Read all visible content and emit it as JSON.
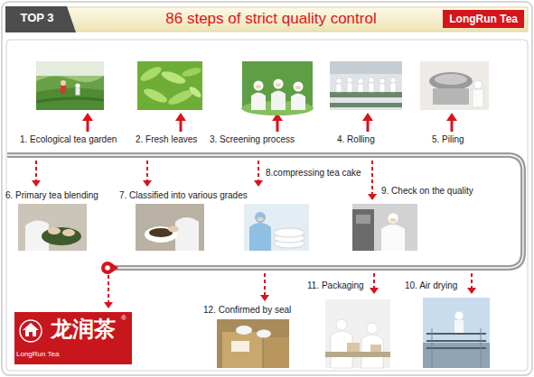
{
  "diagram": {
    "title": "86 steps of strict quality control",
    "nodes": [
      {
        "text": [
          "TOP 3"
        ]
      },
      {
        "text": [
          "LongRun Tea"
        ]
      },
      {
        "text": [
          "1. Ecological tea garden"
        ]
      },
      {
        "text": [
          "2. Fresh leaves"
        ]
      },
      {
        "text": [
          "3. Screening process"
        ]
      },
      {
        "text": [
          "4. Rolling"
        ]
      },
      {
        "text": [
          "5. Piling"
        ]
      },
      {
        "text": [
          "6. Primary tea blending"
        ]
      },
      {
        "text": [
          "7. Classified into various grades"
        ]
      },
      {
        "text": [
          "8.compressing tea cake"
        ]
      },
      {
        "text": [
          "9. Check on the quality"
        ]
      },
      {
        "text": [
          "10. Air drying"
        ]
      },
      {
        "text": [
          "11. Packaging"
        ]
      },
      {
        "text": [
          "12. Confirmed by seal"
        ]
      },
      {
        "text": [
          "龙润茶",
          "LongRun Tea"
        ]
      }
    ],
    "labels": [
      "®"
    ]
  }
}
